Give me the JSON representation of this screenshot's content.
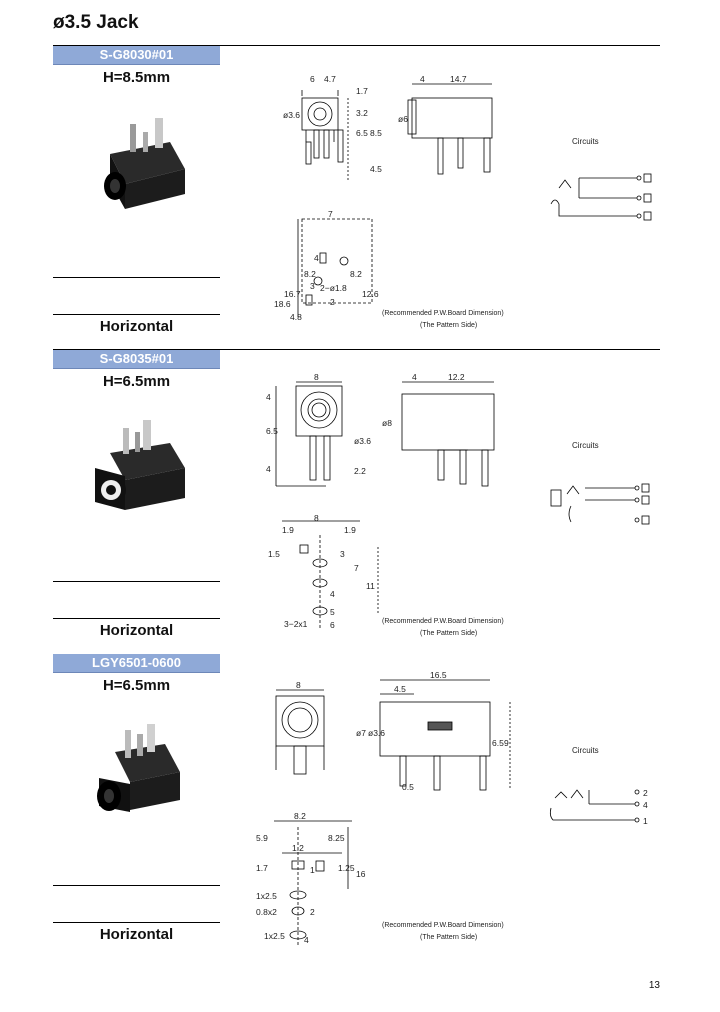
{
  "page": {
    "title": "ø3.5 Jack",
    "number": "13"
  },
  "products": [
    {
      "part_no": "S-G8030#01",
      "height": "H=8.5mm",
      "orientation": "Horizontal",
      "circuits_label": "Circuits",
      "pcb_note_1": "(Recommended P.W.Board Dimension)",
      "pcb_note_2": "(The Pattern Side)",
      "dims": {
        "a": "6",
        "b": "4.7",
        "c": "ø3.6",
        "d": "1.7",
        "e": "3.2",
        "f": "6.5",
        "g": "8.5",
        "h": "4.5",
        "i": "4",
        "j": "14.7",
        "k": "ø6",
        "l": "7",
        "m": "18.6",
        "n": "16.7",
        "o": "8.2",
        "p": "8.2",
        "q": "12.6",
        "r": "2−ø1.8",
        "s": "4.8",
        "pin2": "2",
        "pin3": "3",
        "pin4": "4"
      }
    },
    {
      "part_no": "S-G8035#01",
      "height": "H=6.5mm",
      "orientation": "Horizontal",
      "circuits_label": "Circuits",
      "pcb_note_1": "(Recommended P.W.Board Dimension)",
      "pcb_note_2": "(The Pattern Side)",
      "dims": {
        "a": "8",
        "b": "4",
        "c": "6.5",
        "d": "4",
        "e": "ø3.6",
        "f": "2.2",
        "g": "4",
        "h": "12.2",
        "i": "ø8",
        "j": "1.9",
        "k": "8",
        "l": "1.9",
        "m": "1.5",
        "n": "3",
        "o": "7",
        "p": "11",
        "q": "3−2x1",
        "pin4": "4",
        "pin5": "5",
        "pin6": "6"
      }
    },
    {
      "part_no": "LGY6501-0600",
      "height": "H=6.5mm",
      "orientation": "Horizontal",
      "circuits_label": "Circuits",
      "pcb_note_1": "(Recommended P.W.Board Dimension)",
      "pcb_note_2": "(The Pattern Side)",
      "dims": {
        "a": "8",
        "b": "16.5",
        "c": "4.5",
        "d": "ø7",
        "e": "ø3.6",
        "f": "6.5",
        "g": "9",
        "h": "0.5",
        "i": "8.2",
        "j": "1.2",
        "k": "5.9",
        "l": "8.25",
        "m": "1.7",
        "n": "1.25",
        "o": "16",
        "p": "1x2.5",
        "q": "0.8x2",
        "r": "1x2.5",
        "pin1": "1",
        "pin2": "2",
        "pin4": "4"
      }
    }
  ]
}
